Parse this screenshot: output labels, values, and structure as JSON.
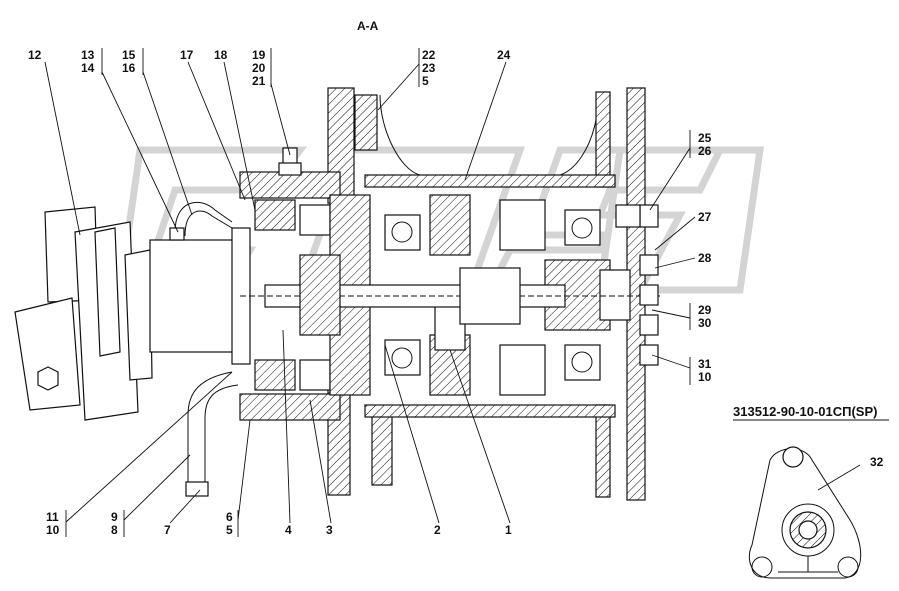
{
  "section_label": "А-А",
  "drawing_code": "313512-90-10-01СП(SP)",
  "callouts": {
    "c12": "12",
    "c13": "13",
    "c14": "14",
    "c15": "15",
    "c16": "16",
    "c17": "17",
    "c18": "18",
    "c19": "19",
    "c20": "20",
    "c21": "21",
    "c22": "22",
    "c23": "23",
    "c5a": "5",
    "c24": "24",
    "c25": "25",
    "c26": "26",
    "c27": "27",
    "c28": "28",
    "c29": "29",
    "c30": "30",
    "c31": "31",
    "c10a": "10",
    "c11": "11",
    "c10b": "10",
    "c9": "9",
    "c8": "8",
    "c7": "7",
    "c6": "6",
    "c5b": "5",
    "c4": "4",
    "c3": "3",
    "c2": "2",
    "c1": "1",
    "c32": "32"
  },
  "watermark": "CASE",
  "colors": {
    "line": "#111111",
    "watermark": "#d4d4d4",
    "background": "#ffffff"
  }
}
